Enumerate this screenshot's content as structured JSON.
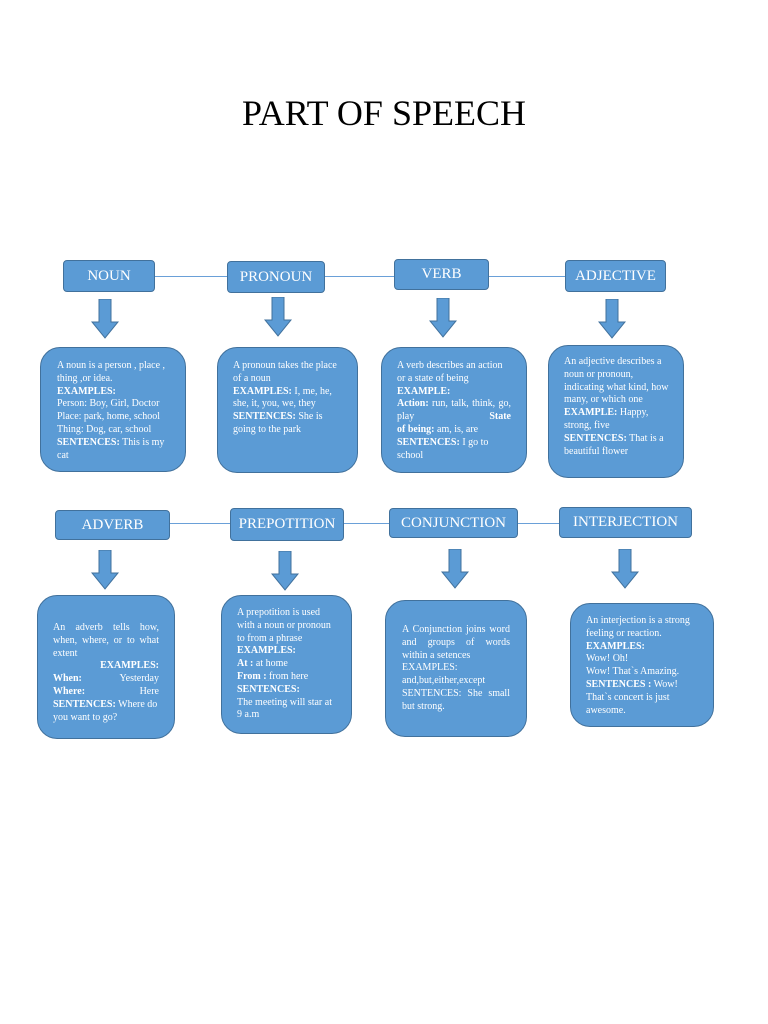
{
  "title": "PART OF SPEECH",
  "colors": {
    "node_fill": "#5b9bd5",
    "node_border": "#41719c",
    "connector": "#6aa0d8"
  },
  "row1": {
    "noun": {
      "label": "NOUN",
      "text": {
        "def": "A noun is a person , place , thing ,or idea.",
        "examples_label": "EXAMPLES:",
        "person": "Person:  Boy, Girl, Doctor",
        "place": "Place:   park, home, school",
        "thing": "Thing:  Dog, car, school",
        "sentences_label": "SENTENCES:",
        "sentence": " This is my cat"
      }
    },
    "pronoun": {
      "label": "PRONOUN",
      "text": {
        "def": "A pronoun takes the place of a noun",
        "examples_label": "EXAMPLES:",
        "examples": " I, me, he, she, it, you, we, they",
        "sentences_label": "SENTENCES:",
        "sentence": " She is going to the park"
      }
    },
    "verb": {
      "label": "VERB",
      "text": {
        "def": "A verb describes an action or a state of being",
        "example_label": "EXAMPLE:",
        "action_label": "Action:",
        "action": " run, talk, think, go, play",
        "state_label_1": "State",
        "state_label_2": "of being:",
        "state": " am, is, are",
        "sentences_label": "SENTENCES:",
        "sentence": " I go to school"
      }
    },
    "adjective": {
      "label": "ADJECTIVE",
      "text": {
        "def": "An adjective describes  a noun or pronoun, indicating what kind, how many, or which one",
        "example_label": "EXAMPLE:",
        "example": " Happy, strong,  five",
        "sentences_label": "SENTENCES:",
        "sentence": " That is a beautiful flower"
      }
    }
  },
  "row2": {
    "adverb": {
      "label": "ADVERB",
      "text": {
        "def": "An adverb tells how, when, where, or to what extent",
        "examples_label": "EXAMPLES:",
        "when_label": "When:",
        "when": "Yesterday",
        "where_label": "Where:",
        "where": "Here",
        "sentences_label": "SENTENCES:",
        "sentence": " Where do you want to go?"
      }
    },
    "prepotition": {
      "label": "PREPOTITION",
      "text": {
        "def": "A prepotition is used with a noun or pronoun to from a phrase",
        "examples_label": "EXAMPLES:",
        "at_label": "At :",
        "at": " at home",
        "from_label": "From :",
        "from": " from here",
        "sentences_label": "SENTENCES:",
        "sentence": "The meeting will star at 9 a.m"
      }
    },
    "conjunction": {
      "label": "CONJUNCTION",
      "text": {
        "def": "A Conjunction joins word and groups of words within a setences",
        "examples": "EXAMPLES:",
        "list": "and,but,either,except",
        "sentence": "SENTENCES: She small but strong."
      }
    },
    "interjection": {
      "label": "INTERJECTION",
      "text": {
        "def": "An interjection is a strong feeling or reaction.",
        "examples_label": "EXAMPLES:",
        "ex1": "Wow! Oh!",
        "ex2": "Wow! That`s Amazing.",
        "sentences_label": "SENTENCES :",
        "sentence_1": " Wow!",
        "sentence_2": "That`s concert is just awesome."
      }
    }
  }
}
